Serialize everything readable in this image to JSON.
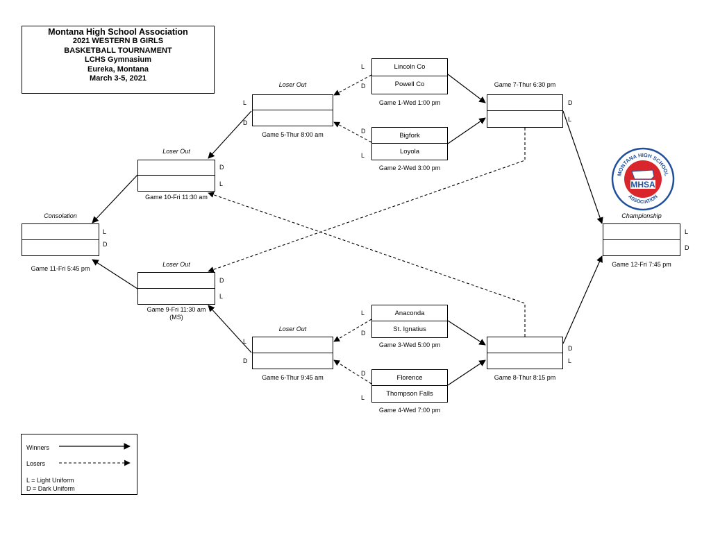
{
  "header": {
    "org": "Montana High School Association",
    "year_event": "2021 WESTERN B GIRLS",
    "tournament": "BASKETBALL TOURNAMENT",
    "venue": "LCHS Gymnasium",
    "city": "Eureka, Montana",
    "dates": "March 3-5, 2021"
  },
  "logo": {
    "arc_top": "MONTANA HIGH SCHOOL",
    "abbr": "MHSA",
    "arc_bottom": "ASSOCIATION",
    "colors": {
      "red": "#d9262c",
      "blue": "#1f4e9c"
    }
  },
  "games": {
    "g1": {
      "team_top": "Lincoln Co",
      "team_bottom": "Powell Co",
      "caption": "Game 1-Wed 1:00 pm",
      "top_uniform": "L",
      "bottom_uniform": "D"
    },
    "g2": {
      "team_top": "Bigfork",
      "team_bottom": "Loyola",
      "caption": "Game 2-Wed 3:00 pm",
      "top_uniform": "D",
      "bottom_uniform": "L"
    },
    "g3": {
      "team_top": "Anaconda",
      "team_bottom": "St. Ignatius",
      "caption": "Game 3-Wed 5:00 pm",
      "top_uniform": "L",
      "bottom_uniform": "D"
    },
    "g4": {
      "team_top": "Florence",
      "team_bottom": "Thompson Falls",
      "caption": "Game 4-Wed 7:00 pm",
      "top_uniform": "D",
      "bottom_uniform": "L"
    },
    "g5": {
      "label": "Loser Out",
      "caption": "Game 5-Thur 8:00 am",
      "top_uniform": "L",
      "bottom_uniform": "D"
    },
    "g6": {
      "label": "Loser Out",
      "caption": "Game 6-Thur 9:45 am",
      "top_uniform": "L",
      "bottom_uniform": "D"
    },
    "g7": {
      "caption": "Game 7-Thur 6:30 pm",
      "top_uniform": "D",
      "bottom_uniform": "L"
    },
    "g8": {
      "caption": "Game 8-Thur 8:15 pm",
      "top_uniform": "D",
      "bottom_uniform": "L"
    },
    "g9": {
      "label": "Loser Out",
      "caption": "Game 9-Fri 11:30 am",
      "note": "(MS)",
      "top_uniform": "D",
      "bottom_uniform": "L"
    },
    "g10": {
      "label": "Loser Out",
      "caption": "Game 10-Fri 11:30 am",
      "top_uniform": "D",
      "bottom_uniform": "L"
    },
    "g11": {
      "label": "Consolation",
      "caption": "Game 11-Fri 5:45 pm",
      "top_uniform": "L",
      "bottom_uniform": "D"
    },
    "g12": {
      "label": "Championship",
      "caption": "Game 12-Fri 7:45 pm",
      "top_uniform": "L",
      "bottom_uniform": "D"
    }
  },
  "legend": {
    "winners": "Winners",
    "losers": "Losers",
    "light": "L = Light Uniform",
    "dark": "D = Dark Uniform"
  }
}
